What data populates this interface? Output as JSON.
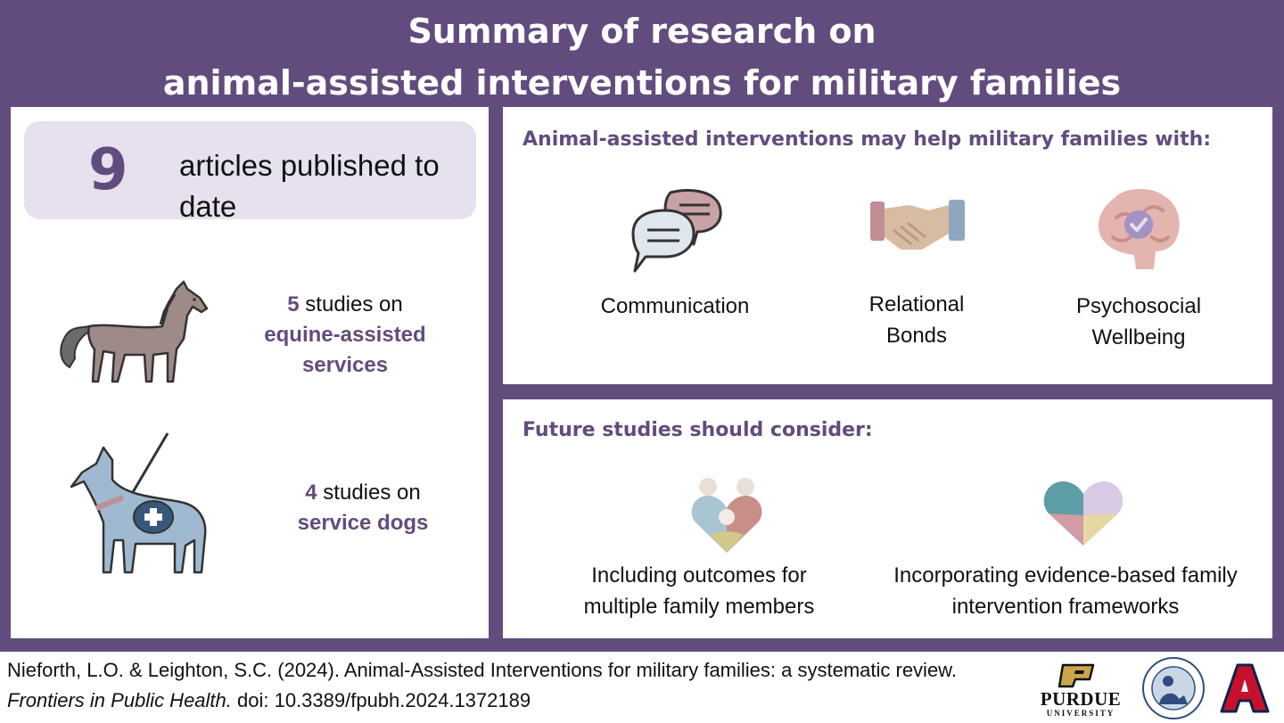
{
  "title": {
    "line1": "Summary of research on",
    "line2": "animal-assisted interventions for military families"
  },
  "left": {
    "count_value": "9",
    "count_text": "articles published to date",
    "equine": {
      "count": "5",
      "text_a": " studies on",
      "text_b": "equine-assisted services"
    },
    "dogs": {
      "count": "4",
      "text_a": " studies on",
      "text_b": "service dogs"
    }
  },
  "benefits": {
    "heading": "Animal-assisted interventions may help military families with:",
    "items": [
      {
        "label": "Communication",
        "icon": "speech-bubbles-icon"
      },
      {
        "label": "Relational Bonds",
        "icon": "handshake-icon"
      },
      {
        "label": "Psychosocial Wellbeing",
        "icon": "brain-check-icon"
      }
    ]
  },
  "future": {
    "heading": "Future studies should consider:",
    "items": [
      {
        "label": "Including outcomes for multiple family members",
        "icon": "family-heart-icon"
      },
      {
        "label": "Incorporating evidence-based family intervention frameworks",
        "icon": "puzzle-heart-icon"
      }
    ]
  },
  "citation": {
    "part1": "Nieforth, L.O. & Leighton, S.C. (2024). Animal-Assisted Interventions for military families: a systematic review. ",
    "journal": "Frontiers in Public Health.",
    "part2": " doi: 10.3389/fpubh.2024.1372189"
  },
  "logos": {
    "purdue_name": "PURDUE",
    "purdue_sub": "UNIVERSITY"
  },
  "colors": {
    "brand_purple": "#624c7e",
    "light_lavender": "#e6e0ef",
    "text": "#111111"
  }
}
